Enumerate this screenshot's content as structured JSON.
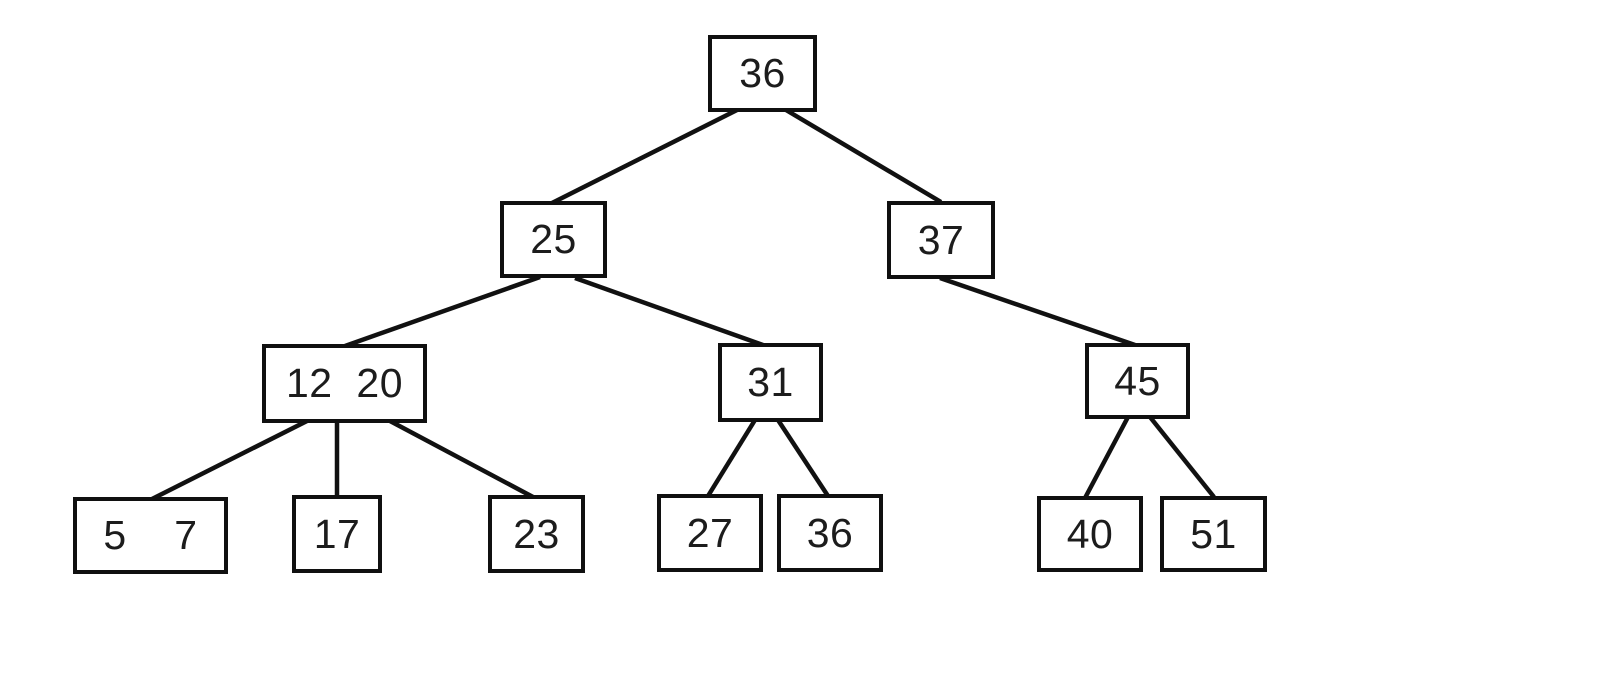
{
  "diagram": {
    "type": "tree",
    "background": "#ffffff",
    "colors": {
      "box_border": "#101010",
      "box_fill": "#ffffff",
      "edge": "#111111",
      "text": "#1c1c1c"
    },
    "nodes": [
      {
        "id": "root-36",
        "label": "36",
        "keys": [
          36
        ],
        "level": 1
      },
      {
        "id": "node-25",
        "label": "25",
        "keys": [
          25
        ],
        "level": 2
      },
      {
        "id": "node-37",
        "label": "37",
        "keys": [
          37
        ],
        "level": 2
      },
      {
        "id": "node-12-20",
        "label": "12  20",
        "keys": [
          12,
          20
        ],
        "level": 3
      },
      {
        "id": "node-31",
        "label": "31",
        "keys": [
          31
        ],
        "level": 3
      },
      {
        "id": "node-45",
        "label": "45",
        "keys": [
          45
        ],
        "level": 3
      },
      {
        "id": "leaf-5-7",
        "label": "5    7",
        "keys": [
          5,
          7
        ],
        "level": 4
      },
      {
        "id": "leaf-17",
        "label": "17",
        "keys": [
          17
        ],
        "level": 4
      },
      {
        "id": "leaf-23",
        "label": "23",
        "keys": [
          23
        ],
        "level": 4
      },
      {
        "id": "leaf-27",
        "label": "27",
        "keys": [
          27
        ],
        "level": 4
      },
      {
        "id": "leaf-36",
        "label": "36",
        "keys": [
          36
        ],
        "level": 4
      },
      {
        "id": "leaf-40",
        "label": "40",
        "keys": [
          40
        ],
        "level": 4
      },
      {
        "id": "leaf-51",
        "label": "51",
        "keys": [
          51
        ],
        "level": 4
      }
    ],
    "edges": [
      {
        "from": "root-36",
        "to": "node-25"
      },
      {
        "from": "root-36",
        "to": "node-37"
      },
      {
        "from": "node-25",
        "to": "node-12-20"
      },
      {
        "from": "node-25",
        "to": "node-31"
      },
      {
        "from": "node-37",
        "to": "node-45"
      },
      {
        "from": "node-12-20",
        "to": "leaf-5-7"
      },
      {
        "from": "node-12-20",
        "to": "leaf-17"
      },
      {
        "from": "node-12-20",
        "to": "leaf-23"
      },
      {
        "from": "node-31",
        "to": "leaf-27"
      },
      {
        "from": "node-31",
        "to": "leaf-36"
      },
      {
        "from": "node-45",
        "to": "leaf-40"
      },
      {
        "from": "node-45",
        "to": "leaf-51"
      }
    ],
    "tree": {
      "label": "36",
      "children": [
        {
          "label": "25",
          "children": [
            {
              "label": "12 20",
              "children": [
                {
                  "label": "5 7"
                },
                {
                  "label": "17"
                },
                {
                  "label": "23"
                }
              ]
            },
            {
              "label": "31",
              "children": [
                {
                  "label": "27"
                },
                {
                  "label": "36"
                }
              ]
            }
          ]
        },
        {
          "label": "37",
          "children": [
            {
              "label": "45",
              "children": [
                {
                  "label": "40"
                },
                {
                  "label": "51"
                }
              ]
            }
          ]
        }
      ]
    }
  }
}
